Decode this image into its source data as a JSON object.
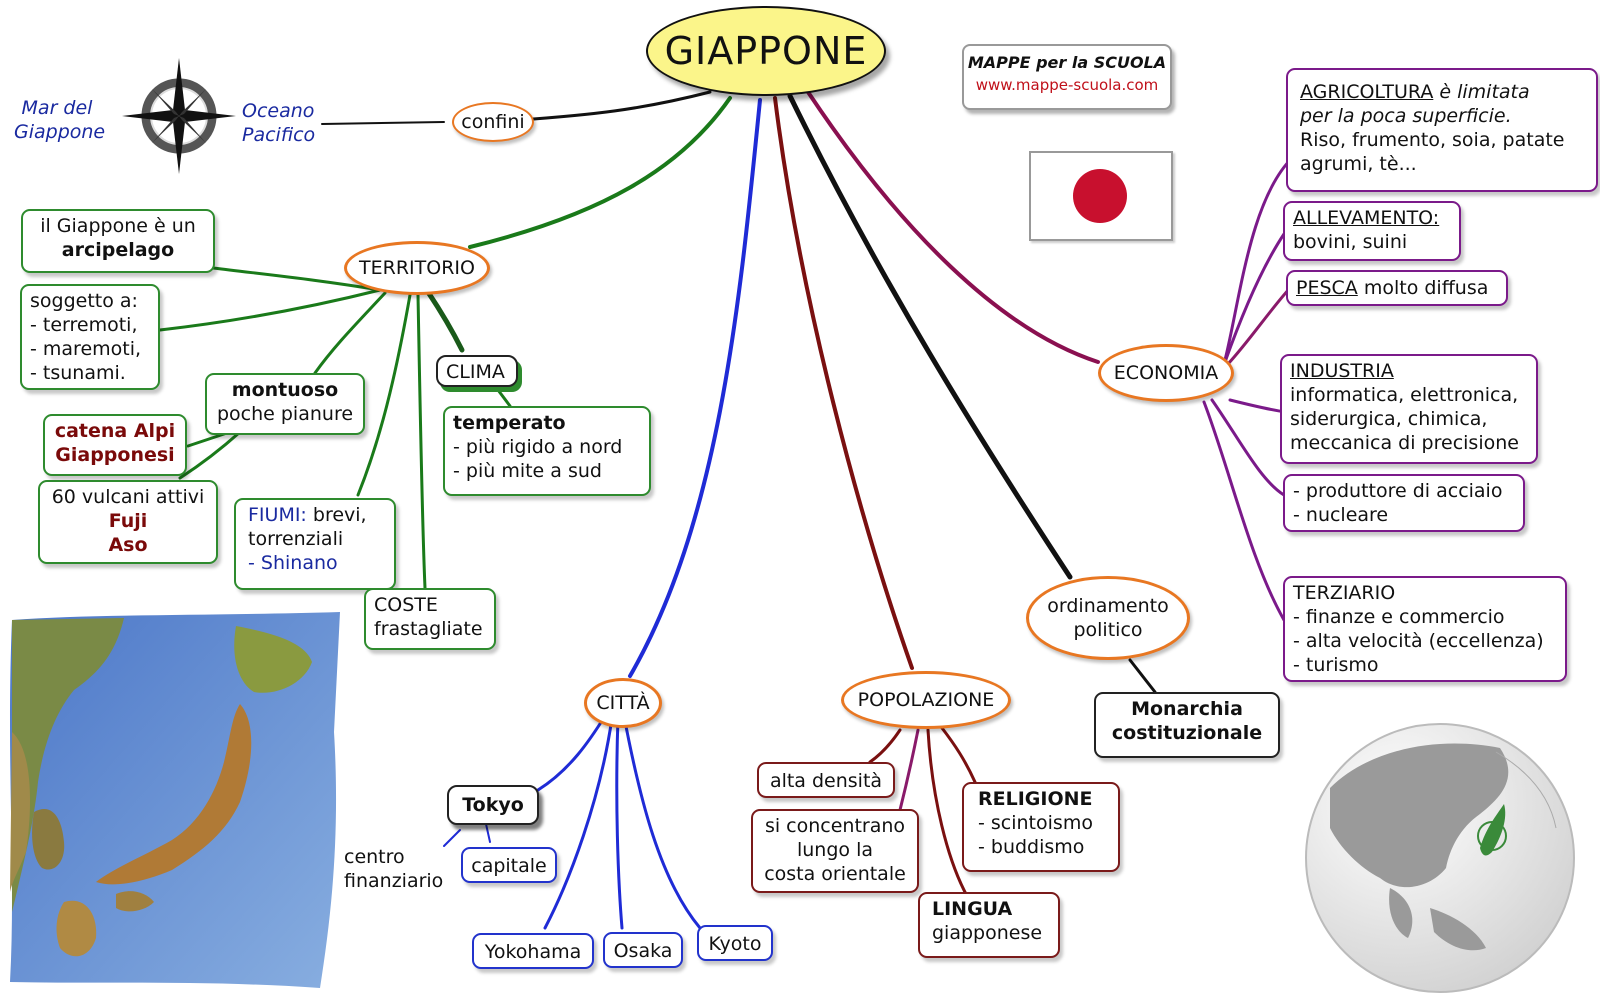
{
  "title": "GIAPPONE",
  "brand": {
    "line1": "MAPPE per la SCUOLA",
    "line2": "www.mappe-scuola.com"
  },
  "confini": {
    "label": "confini",
    "west": [
      "Mar del",
      "Giappone"
    ],
    "east": [
      "Oceano",
      "Pacifico"
    ]
  },
  "territorio": {
    "label": "TERRITORIO",
    "arcipelago": [
      "il Giappone è un",
      "arcipelago"
    ],
    "soggetto": [
      "soggetto a:",
      "- terremoti,",
      "- maremoti,",
      "- tsunami."
    ],
    "montuoso": [
      "montuoso",
      "poche pianure"
    ],
    "catena": [
      "catena Alpi",
      "Giapponesi"
    ],
    "vulcani": [
      "60 vulcani attivi",
      "Fuji",
      "Aso"
    ],
    "fiumi": {
      "head": "FIUMI:",
      "text1": " brevi,",
      "text2": "torrenziali",
      "text3": "- Shinano"
    },
    "coste": [
      "COSTE",
      "frastagliate"
    ],
    "clima": "CLIMA",
    "temperato": [
      "temperato",
      "- più rigido a nord",
      "- più mite a sud"
    ]
  },
  "citta": {
    "label": "CITTÀ",
    "tokyo": "Tokyo",
    "capitale": "capitale",
    "centro": [
      "centro",
      "finanziario"
    ],
    "yokohama": "Yokohama",
    "osaka": "Osaka",
    "kyoto": "Kyoto"
  },
  "popolazione": {
    "label": "POPOLAZIONE",
    "densita": "alta densità",
    "concentrano": [
      "si concentrano",
      "lungo la",
      "costa orientale"
    ],
    "religione": [
      "RELIGIONE",
      "- scintoismo",
      "- buddismo"
    ],
    "lingua": [
      "LINGUA",
      "giapponese"
    ]
  },
  "ordinamento": {
    "label": [
      "ordinamento",
      "politico"
    ],
    "monarchia": [
      "Monarchia",
      "costituzionale"
    ]
  },
  "economia": {
    "label": "ECONOMIA",
    "agricoltura": {
      "head": "AGRICOLTURA",
      "rest1": " è limitata",
      "rest2": "per la poca superficie.",
      "rest3": "Riso, frumento, soia, patate",
      "rest4": "agrumi, tè..."
    },
    "allevamento": {
      "head": "ALLEVAMENTO:",
      "rest": "bovini, suini"
    },
    "pesca": {
      "head": "PESCA",
      "rest": " molto diffusa"
    },
    "industria": {
      "head": "INDUSTRIA",
      "rest1": "informatica, elettronica,",
      "rest2": "siderurgica, chimica,",
      "rest3": "meccanica di precisione"
    },
    "acciaio": [
      "- produttore di acciaio",
      "- nucleare"
    ],
    "terziario": [
      "TERZIARIO",
      "- finanze e commercio",
      "- alta velocità (eccellenza)",
      "- turismo"
    ]
  },
  "colors": {
    "green": "#2e8b2e",
    "blue": "#2233cc",
    "darkred": "#7a1a1a",
    "purple": "#7b1a8a",
    "orange": "#e87722",
    "title_fill": "#fbf58a",
    "flag_red": "#c8102e"
  },
  "icons": [
    "compass-rose-icon",
    "japan-flag-icon",
    "japan-relief-map",
    "globe-asia-icon"
  ]
}
